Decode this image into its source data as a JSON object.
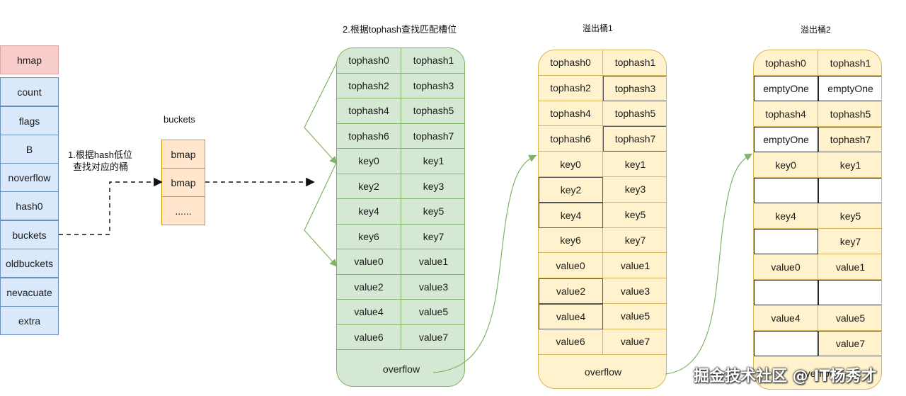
{
  "hmap": [
    "hmap",
    "count",
    "flags",
    "B",
    "noverflow",
    "hash0",
    "buckets",
    "oldbuckets",
    "nevacuate",
    "extra"
  ],
  "buckets": {
    "title": "buckets",
    "items": [
      "bmap",
      "bmap",
      "......"
    ]
  },
  "step1": [
    "1.根据hash低位",
    "查找对应的桶"
  ],
  "step2": "2.根据tophash查找匹配槽位",
  "overflow1_title": "溢出桶1",
  "overflow2_title": "溢出桶2",
  "bucket_main": {
    "rows": [
      [
        "tophash0",
        "tophash1"
      ],
      [
        "tophash2",
        "tophash3"
      ],
      [
        "tophash4",
        "tophash5"
      ],
      [
        "tophash6",
        "tophash7"
      ],
      [
        "key0",
        "key1"
      ],
      [
        "key2",
        "key3"
      ],
      [
        "key4",
        "key5"
      ],
      [
        "key6",
        "key7"
      ],
      [
        "value0",
        "value1"
      ],
      [
        "value2",
        "value3"
      ],
      [
        "value4",
        "value5"
      ],
      [
        "value6",
        "value7"
      ]
    ],
    "overflow": "overflow"
  },
  "bucket_of1": {
    "rows": [
      [
        "tophash0",
        "tophash1"
      ],
      [
        "tophash2",
        "tophash3"
      ],
      [
        "tophash4",
        "tophash5"
      ],
      [
        "tophash6",
        "tophash7"
      ],
      [
        "key0",
        "key1"
      ],
      [
        "key2",
        "key3"
      ],
      [
        "key4",
        "key5"
      ],
      [
        "key6",
        "key7"
      ],
      [
        "value0",
        "value1"
      ],
      [
        "value2",
        "value3"
      ],
      [
        "value4",
        "value5"
      ],
      [
        "value6",
        "value7"
      ]
    ],
    "overflow": "overflow"
  },
  "bucket_of2": {
    "rows": [
      [
        "tophash0",
        "tophash1"
      ],
      [
        "emptyOne",
        "emptyOne"
      ],
      [
        "tophash4",
        "tophash5"
      ],
      [
        "emptyOne",
        "tophash7"
      ],
      [
        "key0",
        "key1"
      ],
      [
        "",
        ""
      ],
      [
        "key4",
        "key5"
      ],
      [
        "",
        "key7"
      ],
      [
        "value0",
        "value1"
      ],
      [
        "",
        ""
      ],
      [
        "value4",
        "value5"
      ],
      [
        "",
        "value7"
      ]
    ],
    "overflow": "overflow"
  },
  "watermark": "掘金技术社区 @ IT杨秀才"
}
